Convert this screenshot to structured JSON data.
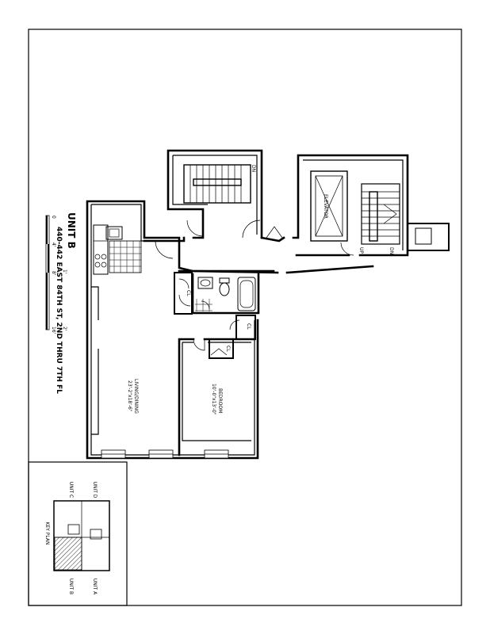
{
  "title_block": {
    "unit": "UNIT B",
    "address": "440-442 EAST 84TH ST, 2ND THRU 7TH FL",
    "scale_marks": [
      "0",
      "4'",
      "8'",
      "16'"
    ],
    "scale_mid": "1'",
    "scale_small": "2'"
  },
  "rooms": {
    "living": {
      "name": "LIVING/DINING",
      "dims": "23'-2\"x18'-6\""
    },
    "bedroom": {
      "name": "BEDROOM",
      "dims": "10'-0\"x13'-0\""
    },
    "closet_1": "CL",
    "closet_2": "CL",
    "closet_3": "CL",
    "elevator": "ELEVATOR",
    "stair_dn_1": "DN",
    "stair_up": "UP",
    "stair_dn_2": "DN"
  },
  "key_plan": {
    "title": "KEY PLAN",
    "unit_a": "UNIT A",
    "unit_b": "UNIT B",
    "unit_c": "UNIT C",
    "unit_d": "UNIT D"
  },
  "colors": {
    "line": "#000000",
    "background": "#ffffff"
  }
}
